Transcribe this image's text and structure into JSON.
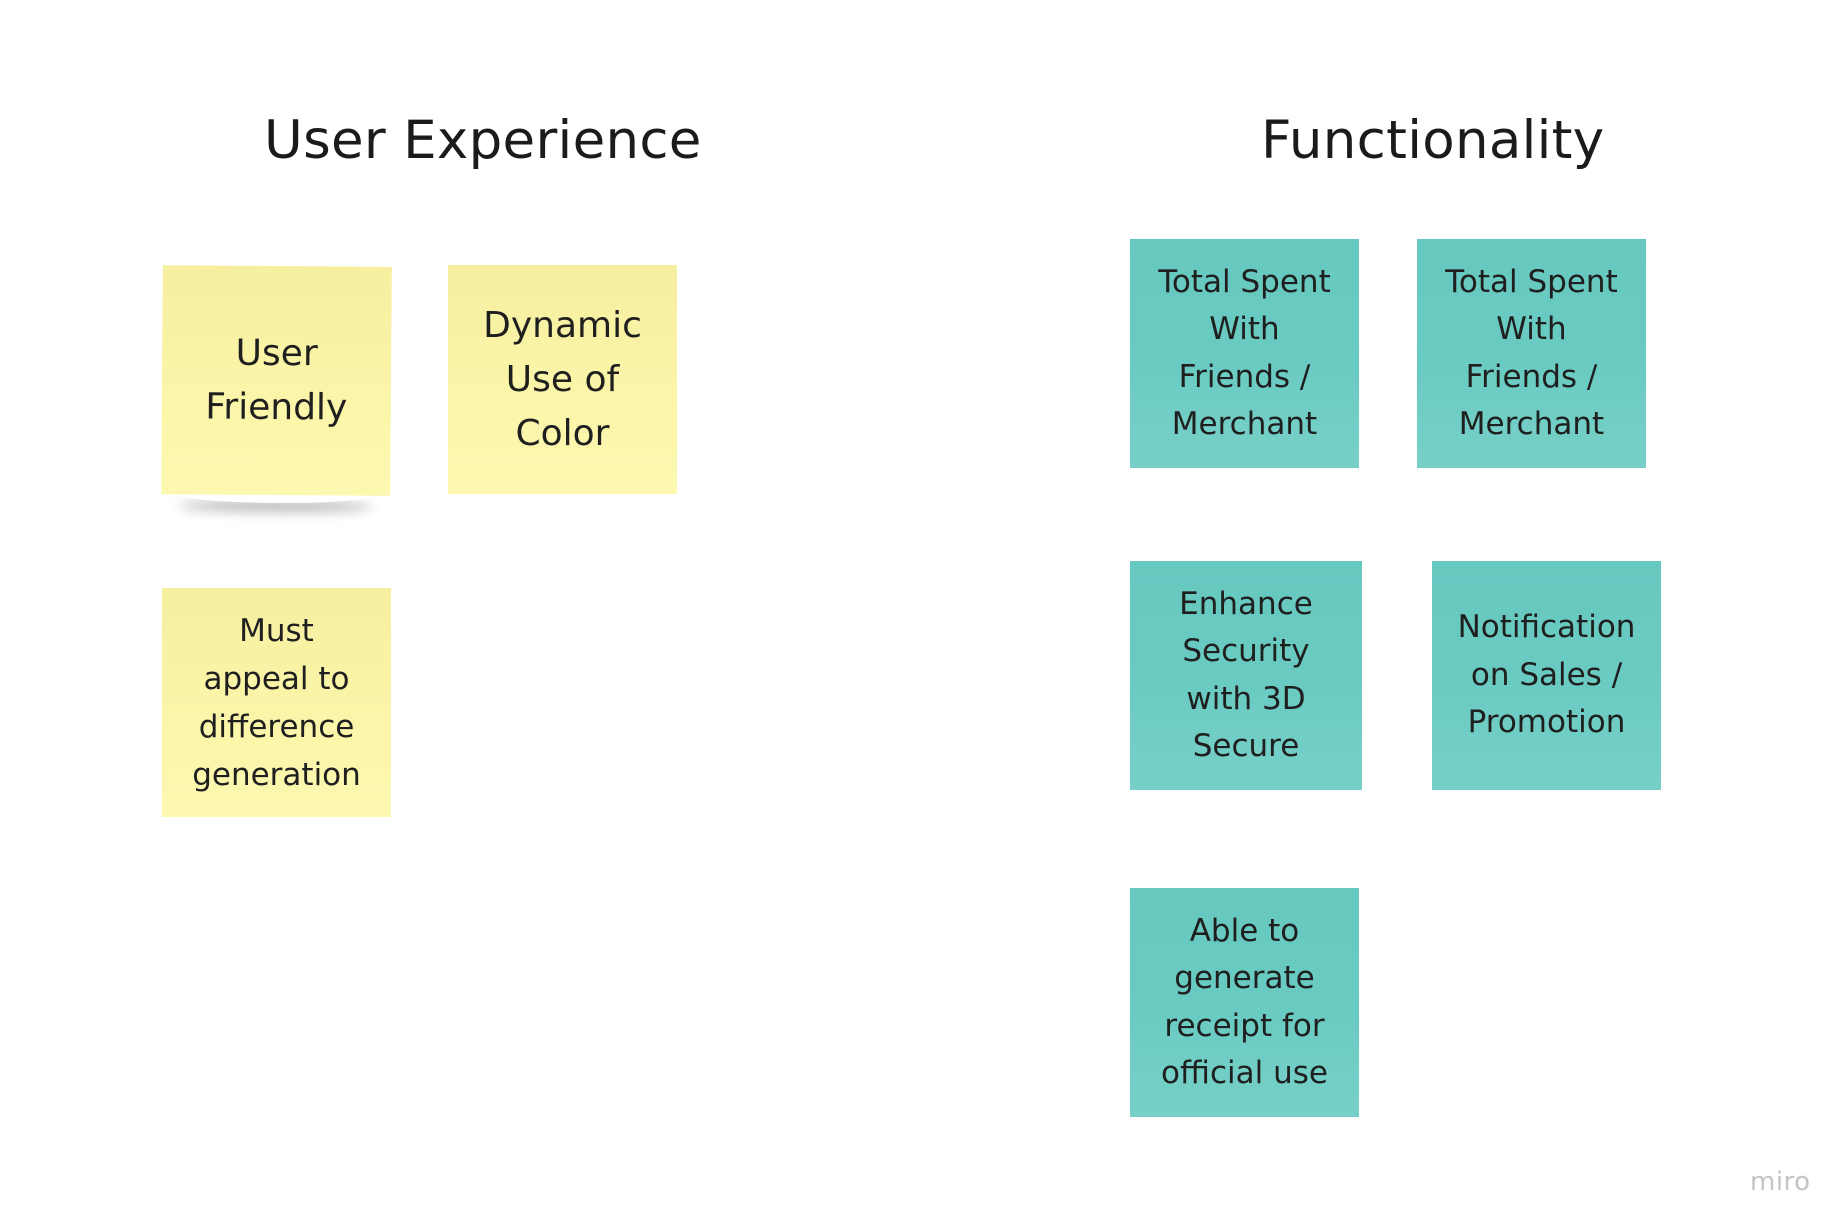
{
  "board": {
    "background_color": "#ffffff",
    "logo": "miro"
  },
  "columns": {
    "user_experience": {
      "title": "User Experience",
      "notes": [
        {
          "text": "User\nFriendly",
          "color": "#fbf5a9"
        },
        {
          "text": "Dynamic\nUse of\nColor",
          "color": "#fbf5a9"
        },
        {
          "text": "Must\nappeal to\ndifference\ngeneration",
          "color": "#fbf5a9"
        }
      ]
    },
    "functionality": {
      "title": "Functionality",
      "notes": [
        {
          "text": "Total Spent\nWith\nFriends /\nMerchant",
          "color": "#6acbc2"
        },
        {
          "text": "Total Spent\nWith\nFriends /\nMerchant",
          "color": "#6acbc2"
        },
        {
          "text": "Enhance\nSecurity\nwith 3D\nSecure",
          "color": "#6acbc2"
        },
        {
          "text": "Notification\non Sales /\nPromotion",
          "color": "#6acbc2"
        },
        {
          "text": "Able to\ngenerate\nreceipt for\nofficial use",
          "color": "#6acbc2"
        }
      ]
    }
  }
}
